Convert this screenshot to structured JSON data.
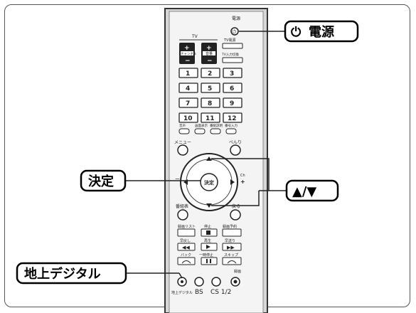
{
  "callouts": {
    "power": "電源",
    "power_icon": "⏻",
    "kettei": "決定",
    "updown": "▲/▼",
    "chideji": "地上デジタル"
  },
  "remote": {
    "power_label": "電源",
    "tv_power": "TV電源",
    "tv_group": "TV",
    "channel": "チャンネル",
    "volume": "音量",
    "tv_input": "TV入力切換",
    "numbers": [
      "1",
      "2",
      "3",
      "4",
      "5",
      "6",
      "7",
      "8",
      "9",
      "10",
      "11",
      "12"
    ],
    "ten_suffix": "10",
    "row_labels": [
      "音声",
      "画面表示",
      "番組説明",
      "番号入力"
    ],
    "menu": "メニュー",
    "benri": "べんり",
    "kettei": "決定",
    "left_label": "ー",
    "ch_label": "Ch",
    "plus": "+",
    "bangumi": "番組表",
    "modoru": "戻る",
    "rec_list": "録画リスト",
    "stop": "停止",
    "rec_reserve": "録画予約",
    "rewind": "早戻し",
    "play": "再生",
    "ffwd": "早送り",
    "back": "バック",
    "pause": "一時停止",
    "skip": "スキップ",
    "rec": "録画",
    "chideji": "地上デジタル",
    "bs": "BS",
    "cs": "CS 1/2"
  }
}
